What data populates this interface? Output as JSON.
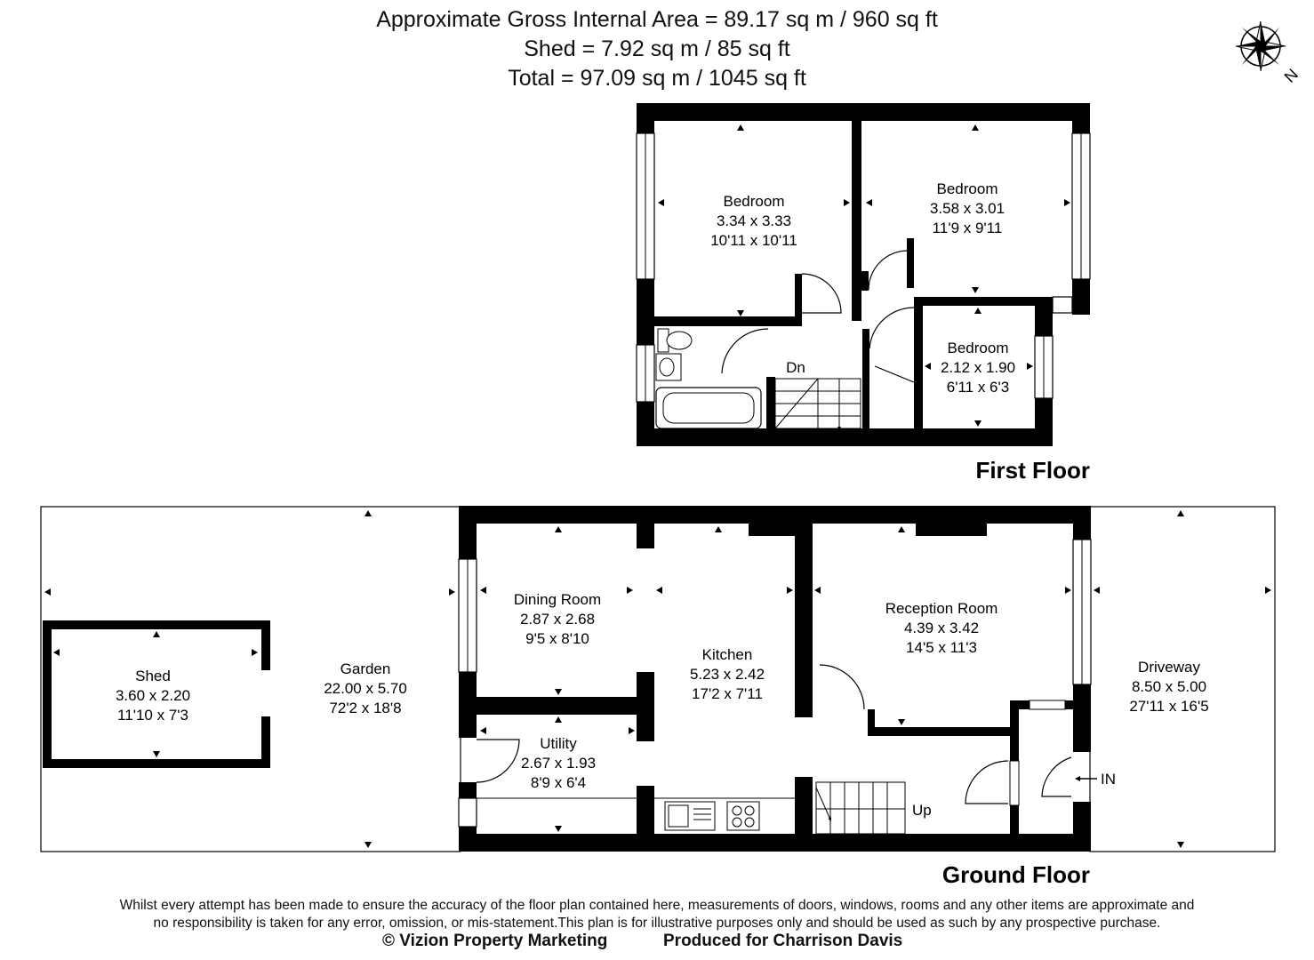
{
  "header": {
    "line1": "Approximate Gross Internal Area = 89.17 sq m / 960 sq ft",
    "line2": "Shed = 7.92 sq m / 85 sq ft",
    "line3": "Total = 97.09 sq m / 1045 sq ft"
  },
  "compass": {
    "label": "N",
    "icon": "compass-rose-icon"
  },
  "floors": {
    "first": {
      "title": "First Floor",
      "rooms": [
        {
          "name": "Bedroom",
          "metric": "3.34 x 3.33",
          "imperial": "10'11 x 10'11"
        },
        {
          "name": "Bedroom",
          "metric": "3.58 x 3.01",
          "imperial": "11'9 x 9'11"
        },
        {
          "name": "Bedroom",
          "metric": "2.12 x 1.90",
          "imperial": "6'11 x 6'3"
        }
      ],
      "stairs_label": "Dn"
    },
    "ground": {
      "title": "Ground Floor",
      "rooms": [
        {
          "name": "Shed",
          "metric": "3.60 x 2.20",
          "imperial": "11'10 x 7'3"
        },
        {
          "name": "Garden",
          "metric": "22.00 x 5.70",
          "imperial": "72'2 x 18'8"
        },
        {
          "name": "Dining Room",
          "metric": "2.87 x 2.68",
          "imperial": "9'5 x 8'10"
        },
        {
          "name": "Kitchen",
          "metric": "5.23 x 2.42",
          "imperial": "17'2 x 7'11"
        },
        {
          "name": "Utility",
          "metric": "2.67 x 1.93",
          "imperial": "8'9 x 6'4"
        },
        {
          "name": "Reception Room",
          "metric": "4.39 x 3.42",
          "imperial": "14'5 x 11'3"
        },
        {
          "name": "Driveway",
          "metric": "8.50 x 5.00",
          "imperial": "27'11 x 16'5"
        }
      ],
      "stairs_label": "Up",
      "entrance_label": "IN"
    }
  },
  "footer": {
    "disclaimer_line1": "Whilst every attempt has been made to ensure the accuracy of the floor plan contained here, measurements of doors, windows, rooms and any other items are approximate and",
    "disclaimer_line2": "no responsibility is taken for any error, omission, or mis-statement.This plan is for illustrative purposes only and should be used as such by any prospective purchase.",
    "copyright": "© Vizion Property Marketing",
    "produced_for": "Produced for Charrison Davis"
  },
  "colors": {
    "wall": "#000000",
    "background": "#ffffff",
    "line": "#222222"
  }
}
